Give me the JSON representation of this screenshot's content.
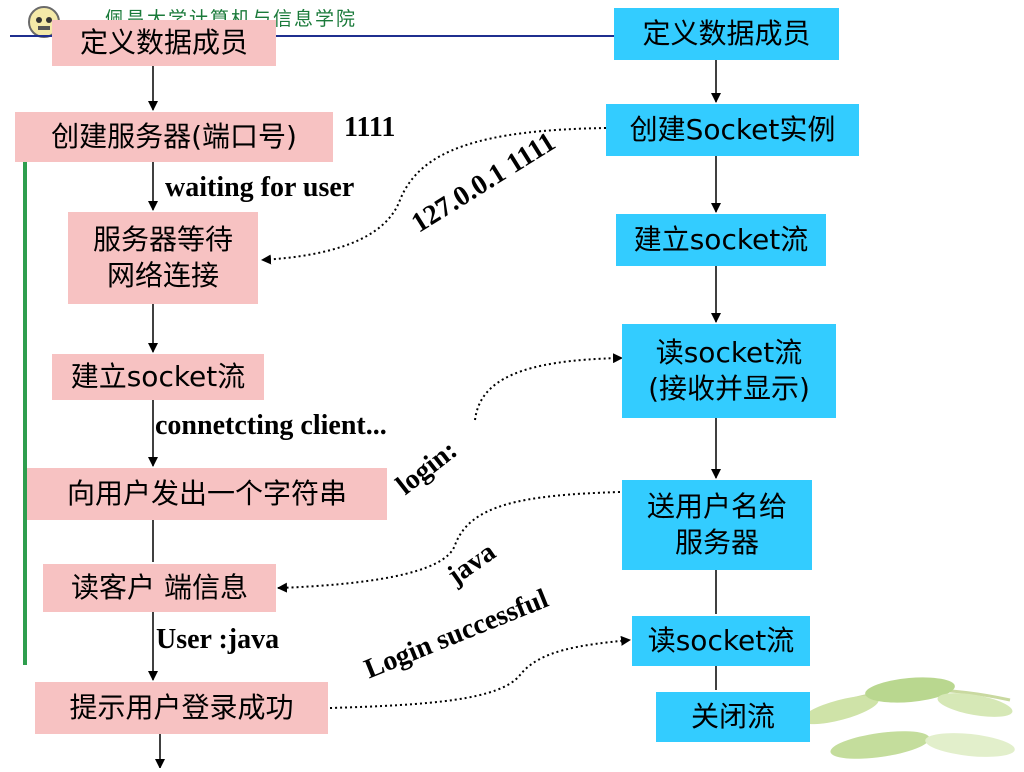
{
  "header": {
    "text": "佩昌大学计算机与信息学院"
  },
  "server": {
    "step1": "定义数据成员",
    "step2": "创建服务器(端口号)",
    "step3_line1": "服务器等待",
    "step3_line2": "网络连接",
    "step4": "建立socket流",
    "step5": "向用户发出一个字符串",
    "step6": "读客户 端信息",
    "step7": "提示用户登录成功"
  },
  "client": {
    "step1": "定义数据成员",
    "step2": "创建Socket实例",
    "step3": "建立socket流",
    "step4_line1": "读socket流",
    "step4_line2": "(接收并显示)",
    "step5_line1": "送用户名给",
    "step5_line2": "服务器",
    "step6": "读socket流",
    "step7": "关闭流"
  },
  "labels": {
    "port": "1111",
    "waiting": "waiting for user",
    "address": "127.0.0.1  1111",
    "connecting": "connetcting client...",
    "login": "login:",
    "java": "java",
    "user_java": "User :java",
    "login_successful": "Login successful"
  },
  "colors": {
    "server_box": "#f7c2c2",
    "client_box": "#33ccff",
    "header": "#1a7a3a",
    "rule": "#1f2f8f",
    "side_bar": "#2e9e4e"
  }
}
